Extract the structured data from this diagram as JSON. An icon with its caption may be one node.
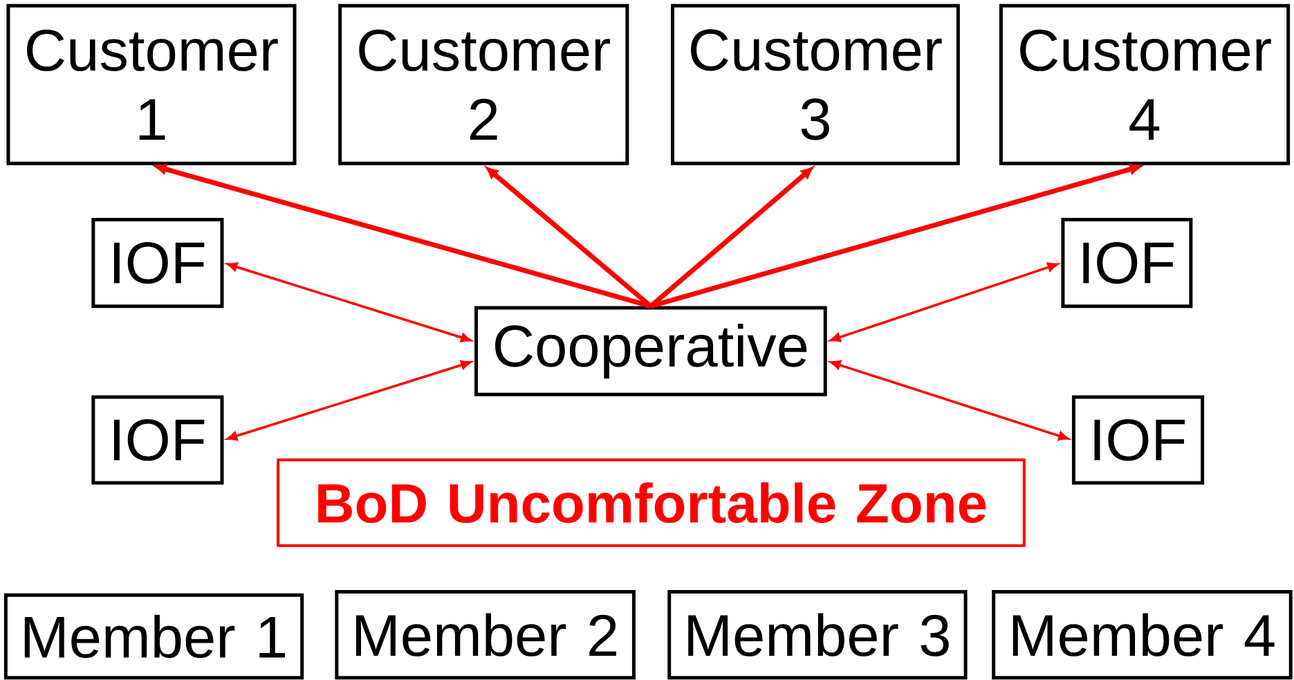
{
  "diagram": {
    "nodes": [
      {
        "text": [
          "Customer 1"
        ]
      },
      {
        "text": [
          "Customer 2"
        ]
      },
      {
        "text": [
          "Customer 3"
        ]
      },
      {
        "text": [
          "Customer 4"
        ]
      },
      {
        "text": [
          "IOF"
        ]
      },
      {
        "text": [
          "IOF"
        ]
      },
      {
        "text": [
          "Cooperative"
        ]
      },
      {
        "text": [
          "IOF"
        ]
      },
      {
        "text": [
          "IOF"
        ]
      },
      {
        "text": [
          "BoD Uncomfortable Zone"
        ]
      },
      {
        "text": [
          "Member 1"
        ]
      },
      {
        "text": [
          "Member 2"
        ]
      },
      {
        "text": [
          "Member 3"
        ]
      },
      {
        "text": [
          "Member 4"
        ]
      }
    ],
    "edges": [
      {
        "from": 6,
        "to": 0,
        "arrow": "to",
        "style": "thick"
      },
      {
        "from": 6,
        "to": 1,
        "arrow": "to",
        "style": "thick"
      },
      {
        "from": 6,
        "to": 2,
        "arrow": "to",
        "style": "thick"
      },
      {
        "from": 6,
        "to": 3,
        "arrow": "to",
        "style": "thick"
      },
      {
        "from": 6,
        "to": 4,
        "arrow": "both"
      },
      {
        "from": 6,
        "to": 5,
        "arrow": "both"
      },
      {
        "from": 6,
        "to": 7,
        "arrow": "both"
      },
      {
        "from": 6,
        "to": 8,
        "arrow": "both"
      }
    ]
  }
}
